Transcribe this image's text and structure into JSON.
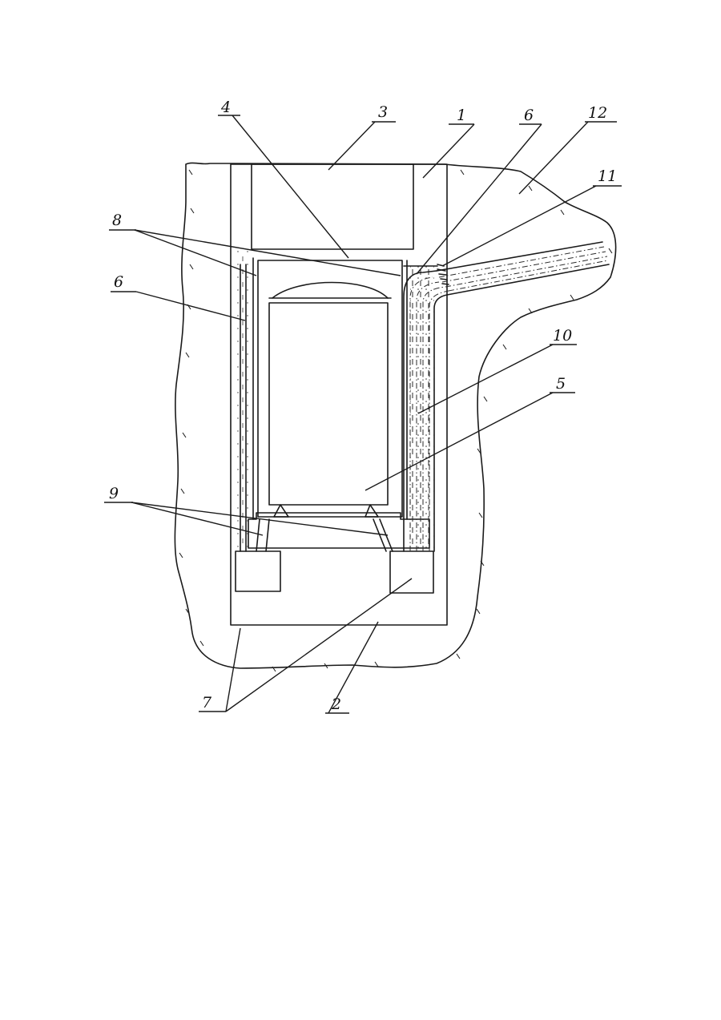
{
  "figure": {
    "callouts": [
      {
        "id": "c1",
        "text": "1"
      },
      {
        "id": "c2",
        "text": "2"
      },
      {
        "id": "c3",
        "text": "3"
      },
      {
        "id": "c4",
        "text": "4"
      },
      {
        "id": "c5",
        "text": "5"
      },
      {
        "id": "c6a",
        "text": "6"
      },
      {
        "id": "c6b",
        "text": "6"
      },
      {
        "id": "c7",
        "text": "7"
      },
      {
        "id": "c8",
        "text": "8"
      },
      {
        "id": "c9",
        "text": "9"
      },
      {
        "id": "c10",
        "text": "10"
      },
      {
        "id": "c11",
        "text": "11"
      },
      {
        "id": "c12",
        "text": "12"
      }
    ]
  }
}
